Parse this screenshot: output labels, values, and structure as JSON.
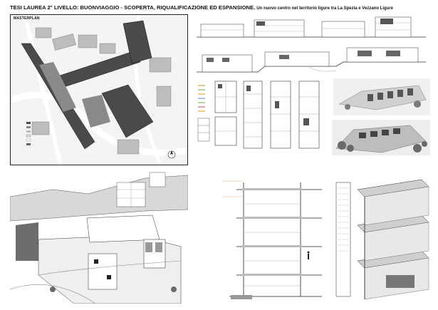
{
  "header": {
    "title": "TESI LAUREA 2° LIVELLO: BUONVIAGGIO - SCOPERTA, RIQUALIFICAZIONE ED ESPANSIONE.",
    "subtitle": "Un nuovo centro nel territorio ligure tra La Spezia e Vezzano Ligure"
  },
  "masterplan": {
    "label": "MASTERPLAN"
  },
  "colors": {
    "ink": "#222222",
    "gray_dark": "#555555",
    "gray_mid": "#8a8a8a",
    "gray_light": "#c8c8c8",
    "paper": "#ffffff",
    "accent_orange": "#e2a64a",
    "accent_green": "#8ab36a"
  }
}
